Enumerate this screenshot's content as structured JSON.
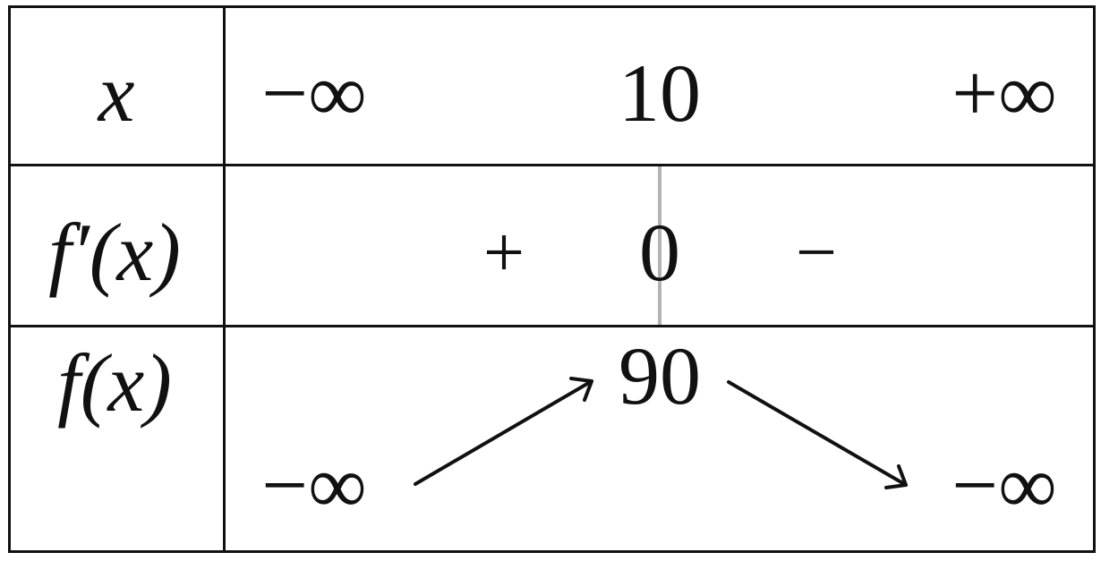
{
  "rows": {
    "x_label": "x",
    "fprime_label": "f′(x)",
    "f_label": "f(x)"
  },
  "x_values": [
    "−∞",
    "10",
    "+∞"
  ],
  "sign_row": {
    "left_sign": "+",
    "zero": "0",
    "right_sign": "−"
  },
  "variation_row": {
    "left_value": "−∞",
    "max_value": "90",
    "right_value": "−∞",
    "directions": [
      "increasing",
      "decreasing"
    ]
  },
  "colors": {
    "lines": "#111111",
    "zero_marker": "#b3b3b3"
  }
}
